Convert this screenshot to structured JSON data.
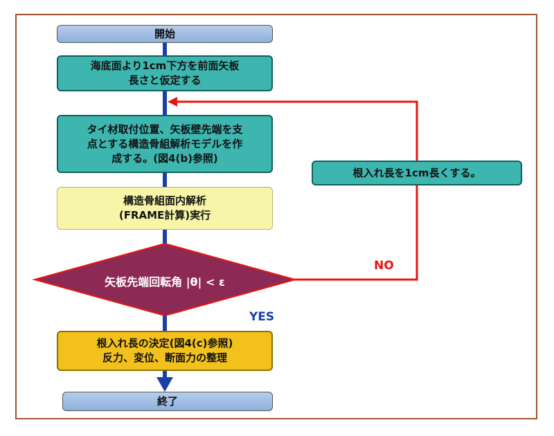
{
  "colors": {
    "frame": "#a0522d",
    "main_flow": "#1a3fa6",
    "loop_flow": "#e8150f",
    "decision_fill": "#8c2a55",
    "step_fill": "#3db6b0",
    "analysis_fill": "#f7f5a8",
    "result_fill": "#f2c11c",
    "terminal_fill": "#9dbbe3"
  },
  "flow": {
    "start": "開始",
    "step1": "海底面より1cm下方を前面矢板\n長さと仮定する",
    "step2": "タイ材取付位置、矢板壁先端を支\n点とする構造骨組解析モデルを作\n成する。(図4(b)参照)",
    "step3": "構造骨組面内解析\n(FRAME計算)実行",
    "decision": "矢板先端回転角 |θ| < ε",
    "no_label": "NO",
    "yes_label": "YES",
    "loop_step": "根入れ長を1cm長くする。",
    "result": "根入れ長の決定(図4(c)参照)\n反力、変位、断面力の整理",
    "end": "終了"
  }
}
